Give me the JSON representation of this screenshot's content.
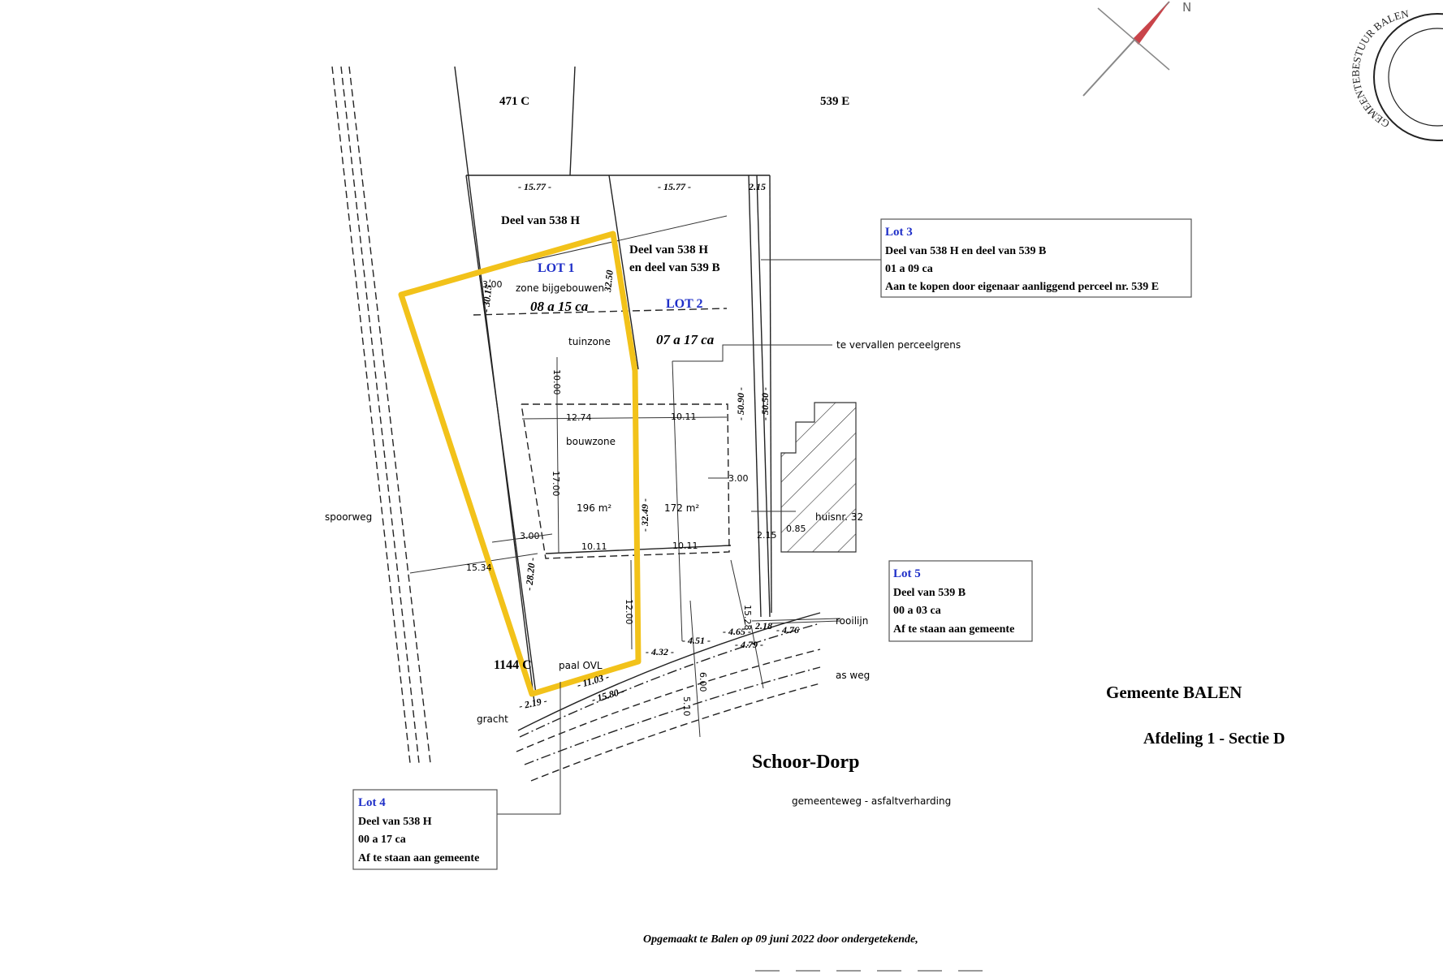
{
  "plan": {
    "parcels": {
      "p471c": "471 C",
      "p539e": "539 E",
      "p1144c": "1144 C"
    },
    "areas": {
      "deel538h_top": "Deel van 538 H",
      "deel538h_lot2_l1": "Deel van 538 H",
      "deel538h_lot2_l2": "en deel van 539 B",
      "lot1_title": "LOT 1",
      "lot1_area": "08 a 15 ca",
      "lot2_title": "LOT 2",
      "lot2_area": "07 a 17 ca"
    },
    "zones": {
      "zone_bijgebouwen": "zone bijgebouwen",
      "tuinzone": "tuinzone",
      "bouwzone": "bouwzone",
      "area_left": "196 m²",
      "area_right": "172 m²",
      "spoorweg": "spoorweg",
      "huisnr": "huisnr. 32",
      "paal": "paal OVL",
      "rooilijn": "rooilijn",
      "as_weg": "as weg",
      "gracht": "gracht",
      "vervallen": "te vervallen perceelgrens",
      "gemeenteweg": "gemeenteweg - asfaltverharding"
    },
    "dims": {
      "d1577a": "- 15.77 -",
      "d1577b": "- 15.77 -",
      "d215top": "2.15",
      "d300a": "3.00",
      "d3015": "- 30.15 -",
      "d3250": "32.50",
      "d1000": "10.00",
      "d1274": "12.74",
      "d1011a": "10.11",
      "d1700": "17.00",
      "d3249": "- 32.49 -",
      "d300b": "3.00",
      "d1011b": "10.11",
      "d1011c": "10.11",
      "d300c": "3.00",
      "d1534": "15.34",
      "d2820": "- 28.20 -",
      "d1200": "12.00",
      "d5090": "- 50.90 -",
      "d5050": "- 50.50 -",
      "d215b": "2.15",
      "d085": "0.85",
      "d1528": "15.28",
      "d432": "- 4.32 -",
      "d451": "- 4.51 -",
      "d465": "- 4.65 -",
      "d218": "2.18",
      "d476": "- 4.76",
      "d479": "- 4.79 -",
      "d1103": "- 11.03 -",
      "d1580": "- 15.80 -",
      "d219": "- 2.19 -",
      "d600": "6.00",
      "d510": "5.10"
    },
    "compass_n": "N",
    "road_name": "Schoor-Dorp",
    "municipality": "Gemeente BALEN",
    "section": "Afdeling 1 - Sectie D",
    "footer": "Opgemaakt te Balen op 09 juni 2022 door ondergetekende,",
    "seal_text": "GEMEENTEBESTUUR BALEN"
  },
  "lots": {
    "lot3": {
      "title": "Lot 3",
      "l1": "Deel van 538 H en deel van 539 B",
      "l2": "01 a 09 ca",
      "l3": "Aan te kopen door eigenaar aanliggend perceel nr. 539 E"
    },
    "lot4": {
      "title": "Lot 4",
      "l1": "Deel van 538 H",
      "l2": "00 a 17 ca",
      "l3": "Af te staan aan gemeente"
    },
    "lot5": {
      "title": "Lot 5",
      "l1": "Deel van 539 B",
      "l2": "00 a 03 ca",
      "l3": "Af te staan aan gemeente"
    }
  },
  "colors": {
    "highlight": "#f2c21a",
    "lot_title": "#1f2fc8",
    "compass": "#c9444a"
  }
}
